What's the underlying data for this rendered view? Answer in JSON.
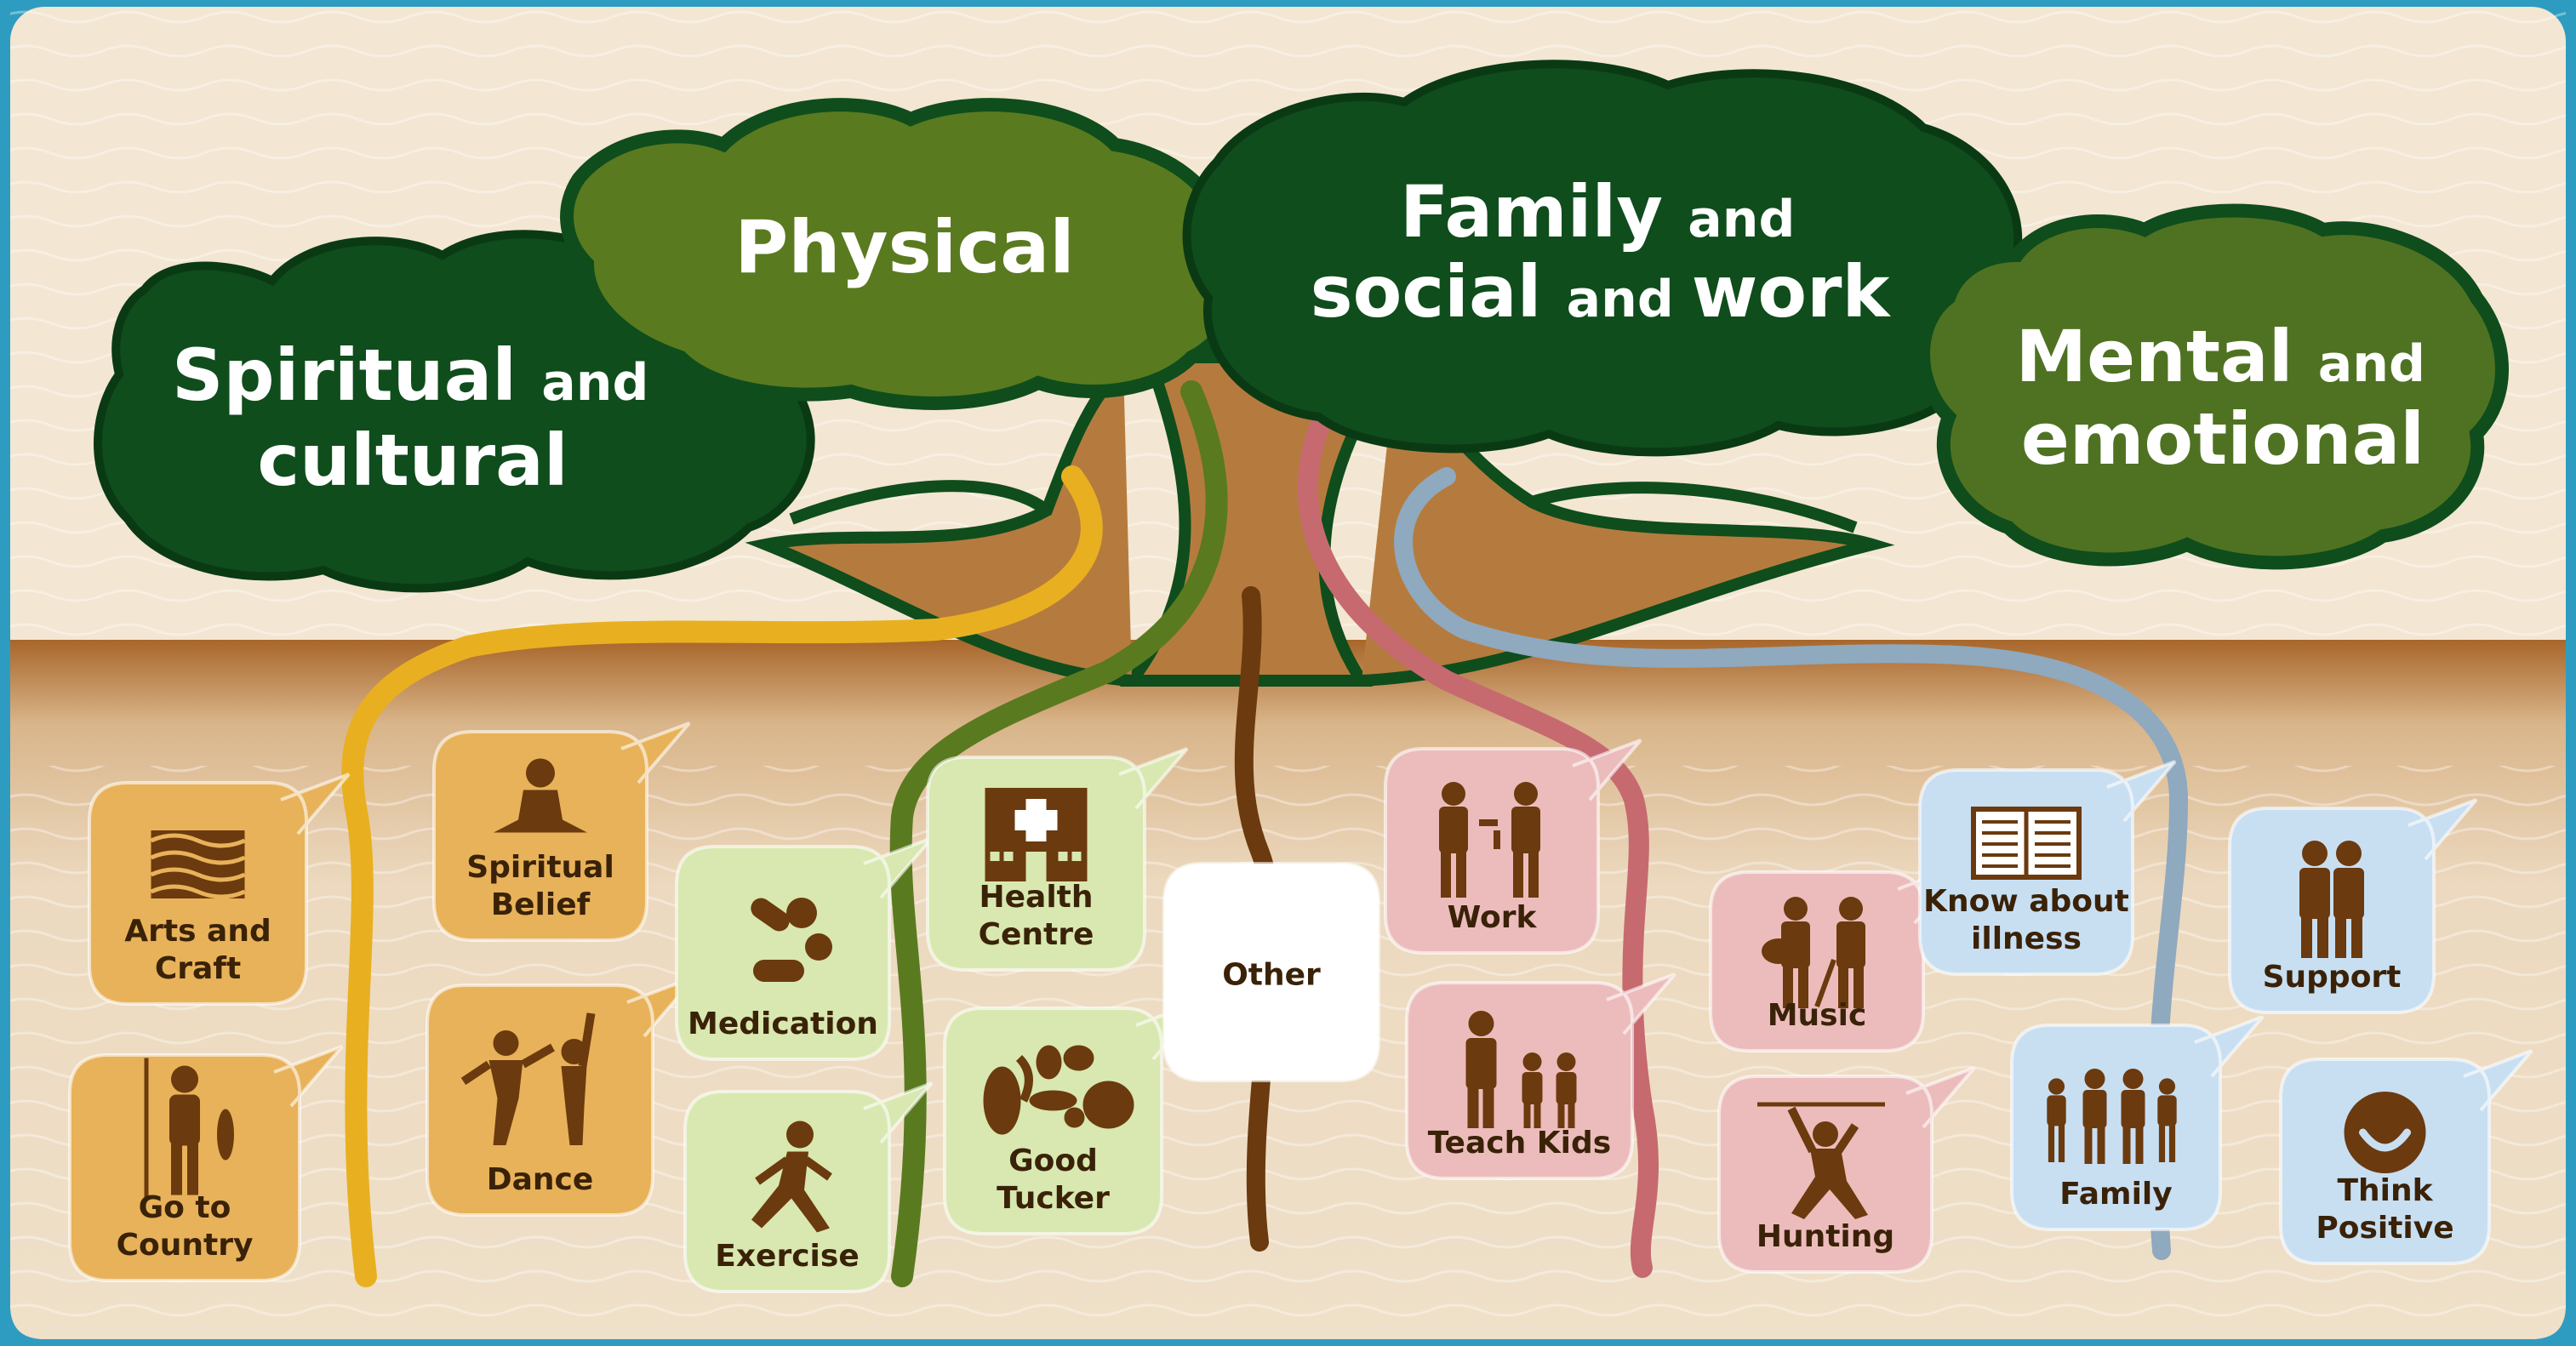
{
  "canopies": [
    {
      "id": "spiritual",
      "lines": [
        [
          {
            "t": "Spiritual ",
            "big": true
          },
          {
            "t": "and",
            "big": false
          }
        ],
        [
          {
            "t": "cultural",
            "big": true
          }
        ]
      ],
      "fill": "#0f4d1c"
    },
    {
      "id": "physical",
      "lines": [
        [
          {
            "t": "Physical",
            "big": true
          }
        ]
      ],
      "fill": "#5a7a1f"
    },
    {
      "id": "family",
      "lines": [
        [
          {
            "t": "Family ",
            "big": true
          },
          {
            "t": "and",
            "big": false
          }
        ],
        [
          {
            "t": "social ",
            "big": true
          },
          {
            "t": "and ",
            "big": false
          },
          {
            "t": "work",
            "big": true
          }
        ]
      ],
      "fill": "#0f4d1c"
    },
    {
      "id": "mental",
      "lines": [
        [
          {
            "t": "Mental ",
            "big": true
          },
          {
            "t": "and",
            "big": false
          }
        ],
        [
          {
            "t": "emotional",
            "big": true
          }
        ]
      ],
      "fill": "#4f7222"
    }
  ],
  "groups": {
    "spiritual": {
      "color": "#e8b25a",
      "items": [
        {
          "icon": "arts-and-craft-icon",
          "lines": [
            "Arts and",
            "Craft"
          ]
        },
        {
          "icon": "meditation-icon",
          "lines": [
            "Spiritual",
            "Belief"
          ]
        },
        {
          "icon": "go-to-country-icon",
          "lines": [
            "Go to",
            "Country"
          ]
        },
        {
          "icon": "dance-icon",
          "lines": [
            "Dance"
          ]
        }
      ]
    },
    "physical": {
      "color": "#d8e8b0",
      "items": [
        {
          "icon": "medication-icon",
          "lines": [
            "Medication"
          ]
        },
        {
          "icon": "health-centre-icon",
          "lines": [
            "Health",
            "Centre"
          ]
        },
        {
          "icon": "exercise-icon",
          "lines": [
            "Exercise"
          ]
        },
        {
          "icon": "good-tucker-icon",
          "lines": [
            "Good",
            "Tucker"
          ]
        }
      ]
    },
    "other": {
      "color": "#ffffff",
      "items": [
        {
          "icon": "",
          "lines": [
            "Other"
          ]
        }
      ]
    },
    "family": {
      "color": "#ecbcbc",
      "items": [
        {
          "icon": "work-icon",
          "lines": [
            "Work"
          ]
        },
        {
          "icon": "music-icon",
          "lines": [
            "Music"
          ]
        },
        {
          "icon": "teach-kids-icon",
          "lines": [
            "Teach Kids"
          ]
        },
        {
          "icon": "hunting-icon",
          "lines": [
            "Hunting"
          ]
        }
      ]
    },
    "mental": {
      "color": "#c8dff2",
      "items": [
        {
          "icon": "know-about-illness-icon",
          "lines": [
            "Know about",
            "illness"
          ]
        },
        {
          "icon": "support-icon",
          "lines": [
            "Support"
          ]
        },
        {
          "icon": "family-icon",
          "lines": [
            "Family"
          ]
        },
        {
          "icon": "think-positive-icon",
          "lines": [
            "Think",
            "Positive"
          ]
        }
      ]
    }
  },
  "colors": {
    "ground": "#a86a2c",
    "sky": "#f4e8d4",
    "trunk": "#b37a3c",
    "iconBrown": "#6b3a0e",
    "frame": "#2e9cc0"
  }
}
